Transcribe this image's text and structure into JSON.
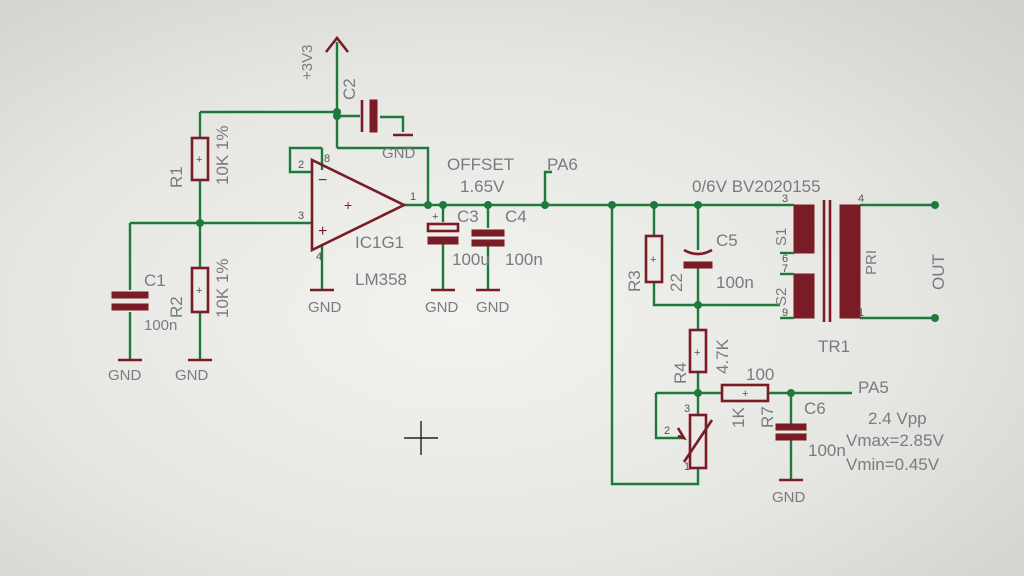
{
  "supply": {
    "label": "+3V3"
  },
  "opamp": {
    "name": "IC1G1",
    "value": "LM358",
    "pins": [
      "1",
      "2",
      "3",
      "4",
      "8"
    ],
    "plus": "+",
    "minus": "−"
  },
  "parts": {
    "r1": {
      "name": "R1",
      "value": "10K 1%"
    },
    "r2": {
      "name": "R2",
      "value": "10K 1%"
    },
    "c1": {
      "name": "C1",
      "value": "100n"
    },
    "c2": {
      "name": "C2"
    },
    "c3": {
      "name": "C3",
      "value": "100u"
    },
    "c4": {
      "name": "C4",
      "value": "100n"
    },
    "r3": {
      "name": "R3",
      "value": "22"
    },
    "c5": {
      "name": "C5",
      "value": "100n"
    },
    "r4": {
      "name": "R4",
      "value": "4.7K"
    },
    "r7": {
      "name": "R7",
      "value": "1K",
      "pins": [
        "1",
        "2",
        "3"
      ]
    },
    "r100": {
      "value": "100"
    },
    "c6": {
      "name": "C6",
      "value": "100n"
    }
  },
  "gnd": "GND",
  "net_labels": {
    "offset": "OFFSET",
    "pa6": "PA6",
    "offset_voltage": "1.65V",
    "pa5": "PA5"
  },
  "transformer": {
    "name": "TR1",
    "part": "0/6V BV2020155",
    "primary": "PRI",
    "sec1": "S1",
    "sec2": "S2",
    "pins": [
      "1",
      "3",
      "4",
      "6",
      "7",
      "9"
    ],
    "output": "OUT"
  },
  "notes": {
    "vpp": "2.4 Vpp",
    "vmax": "Vmax=2.85V",
    "vmin": "Vmin=0.45V"
  },
  "colors": {
    "wire": "#1d7a3a",
    "part": "#7a1c26",
    "text": "#7a7a82"
  }
}
